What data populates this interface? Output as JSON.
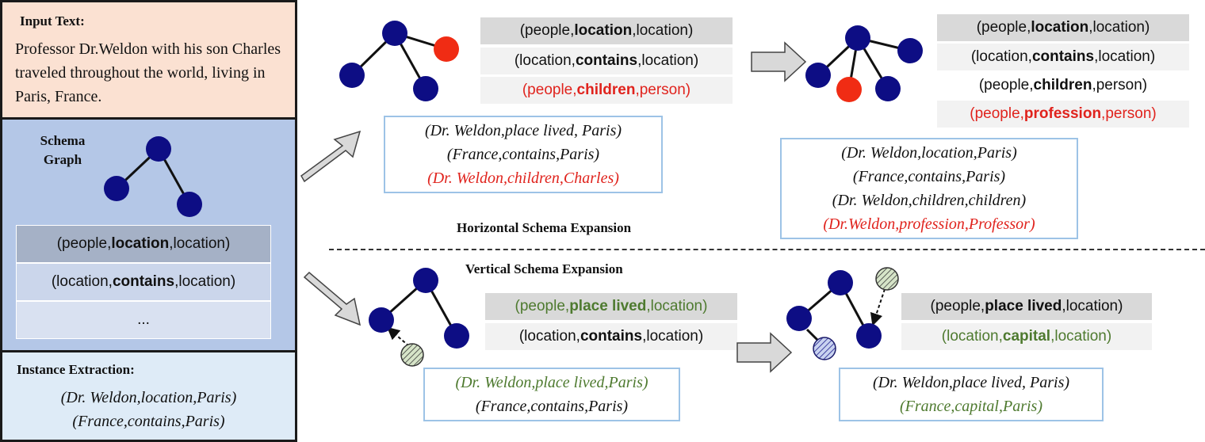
{
  "input": {
    "title": "Input Text:",
    "text": "Professor Dr.Weldon with his son Charles traveled throughout the world, living in Paris, France."
  },
  "schema_graph": {
    "label": "Schema Graph",
    "rows": [
      {
        "pre": "(people,",
        "rel": "location",
        "post": ",location)"
      },
      {
        "pre": "(location,",
        "rel": "contains",
        "post": ",location)"
      },
      {
        "ellipsis": "..."
      }
    ]
  },
  "instance_extraction": {
    "title": "Instance Extraction:",
    "triples": [
      "(Dr. Weldon,location,Paris)",
      "(France,contains,Paris)"
    ]
  },
  "horizontal": {
    "title": "Horizontal Schema Expansion",
    "step1": {
      "schema": [
        {
          "pre": "(people,",
          "rel": "location",
          "post": ",location)"
        },
        {
          "pre": "(location,",
          "rel": "contains",
          "post": ",location)"
        },
        {
          "pre": "(people,",
          "rel": "children",
          "post": ",person)"
        }
      ],
      "triples": [
        "(Dr. Weldon,place lived, Paris)",
        "(France,contains,Paris)",
        "(Dr. Weldon,children,Charles)"
      ]
    },
    "step2": {
      "schema": [
        {
          "pre": "(people,",
          "rel": "location",
          "post": ",location)"
        },
        {
          "pre": "(location,",
          "rel": "contains",
          "post": ",location)"
        },
        {
          "pre": "(people,",
          "rel": "children",
          "post": ",person)"
        },
        {
          "pre": "(people,",
          "rel": "profession",
          "post": ",person)"
        }
      ],
      "triples": [
        "(Dr. Weldon,location,Paris)",
        "(France,contains,Paris)",
        "(Dr. Weldon,children,children)",
        "(Dr.Weldon,profession,Professor)"
      ]
    }
  },
  "vertical": {
    "title": "Vertical Schema Expansion",
    "step1": {
      "schema": [
        {
          "pre": "(people,",
          "rel": "place lived",
          "post": ",location)"
        },
        {
          "pre": "(location,",
          "rel": "contains",
          "post": ",location)"
        }
      ],
      "triples": [
        "(Dr. Weldon,place lived,Paris)",
        "(France,contains,Paris)"
      ]
    },
    "step2": {
      "schema": [
        {
          "pre": "(people,",
          "rel": "place lived",
          "post": ",location)"
        },
        {
          "pre": "(location,",
          "rel": "capital",
          "post": ",location)"
        }
      ],
      "triples": [
        "(Dr. Weldon,place lived, Paris)",
        "(France,capital,Paris)"
      ]
    }
  },
  "colors": {
    "node": "#0d0d84",
    "new_node": "#f02c14",
    "highlight_red": "#e0231d",
    "highlight_green": "#4e7a2f",
    "box_border": "#9dc3e6"
  }
}
